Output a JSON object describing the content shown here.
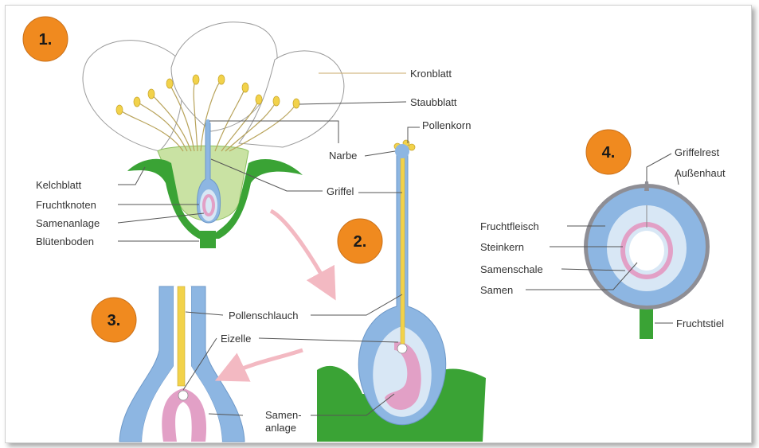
{
  "colors": {
    "petal_fill": "#ffffff",
    "petal_stroke": "#9a9a9a",
    "green": "#3aa335",
    "light_green": "#c9e2a3",
    "blue": "#8db6e2",
    "light_blue": "#d8e7f5",
    "pink": "#e2a0c6",
    "yellow": "#f2d24a",
    "badge": "#f08a1f",
    "grey_skin": "#8e8e95",
    "arrow_pink": "#f3b9c2"
  },
  "steps": {
    "s1": "1.",
    "s2": "2.",
    "s3": "3.",
    "s4": "4."
  },
  "labels": {
    "kronblatt": "Kronblatt",
    "staubblatt": "Staubblatt",
    "pollenkorn": "Pollenkorn",
    "narbe": "Narbe",
    "kelchblatt": "Kelchblatt",
    "fruchtknoten": "Fruchtknoten",
    "samenanlage": "Samenanlage",
    "bluetenboden": "Blütenboden",
    "griffel": "Griffel",
    "pollenschlauch": "Pollenschlauch",
    "eizelle": "Eizelle",
    "samenanlage2_line1": "Samen-",
    "samenanlage2_line2": "anlage",
    "griffelrest": "Griffelrest",
    "aussenhaut": "Außenhaut",
    "fruchtfleisch": "Fruchtfleisch",
    "steinkern": "Steinkern",
    "samenschale": "Samenschale",
    "samen": "Samen",
    "fruchtstiel": "Fruchtstiel"
  }
}
